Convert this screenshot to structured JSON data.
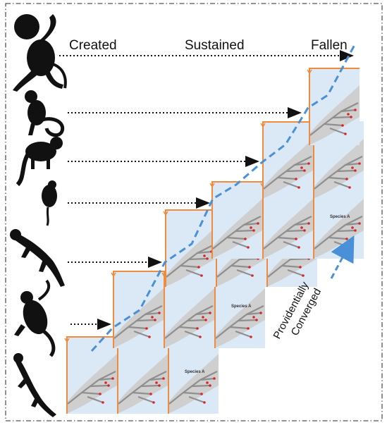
{
  "header": {
    "created": "Created",
    "sustained": "Sustained",
    "fallen": "Fallen"
  },
  "annotation": {
    "line1": "Providentially",
    "line2": "Converged"
  },
  "panel_label": "Species A",
  "colors": {
    "frame": "#555555",
    "panel_bg": "#dbe9f6",
    "ribbon": "#cfcfcf",
    "panel_border": "#f08a3c",
    "tree_branch": "#8f8f8f",
    "tree_dot": "#d62728",
    "dashed_line": "#4a90d9",
    "silhouette": "#111111",
    "arrow": "#111111"
  },
  "silhouettes": [
    "monkey-icon",
    "lemur-icon",
    "small-mammal-icon",
    "rodent-icon",
    "salamander-icon",
    "gecko-icon",
    "lizard-icon"
  ]
}
